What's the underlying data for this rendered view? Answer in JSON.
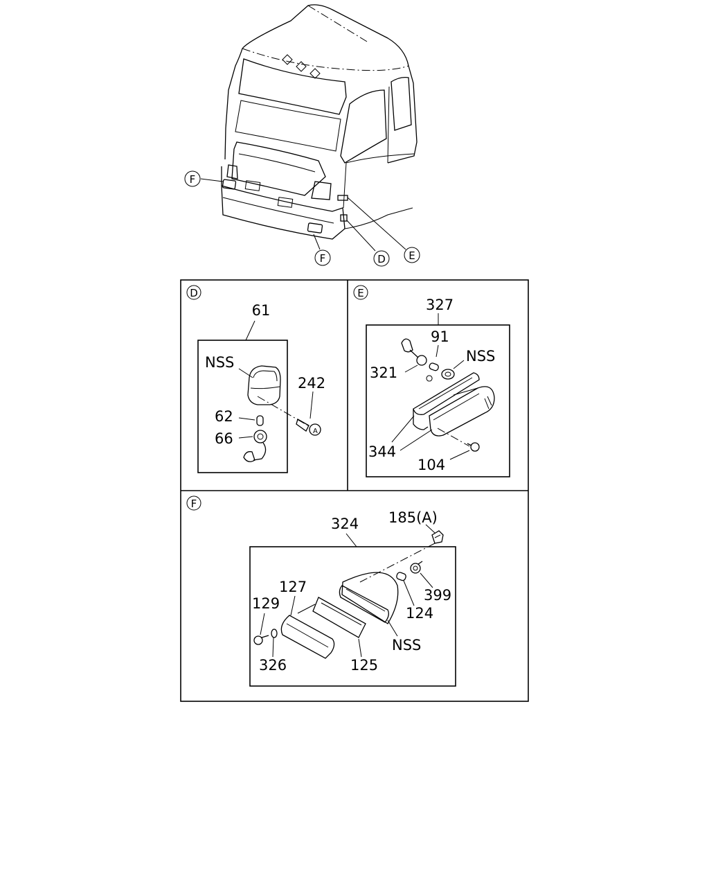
{
  "callouts": {
    "D": "D",
    "E": "E",
    "F": "F"
  },
  "panel_d": {
    "title": "D",
    "labels": {
      "p61": "61",
      "nss": "NSS",
      "p242": "242",
      "p62": "62",
      "p66": "66"
    }
  },
  "panel_e": {
    "title": "E",
    "labels": {
      "p327": "327",
      "p91": "91",
      "nss": "NSS",
      "p321": "321",
      "p344": "344",
      "p104": "104"
    }
  },
  "panel_f": {
    "title": "F",
    "labels": {
      "p324": "324",
      "p185": "185(A)",
      "p399": "399",
      "p124": "124",
      "p127": "127",
      "p129": "129",
      "nss": "NSS",
      "p326": "326",
      "p125": "125"
    }
  }
}
